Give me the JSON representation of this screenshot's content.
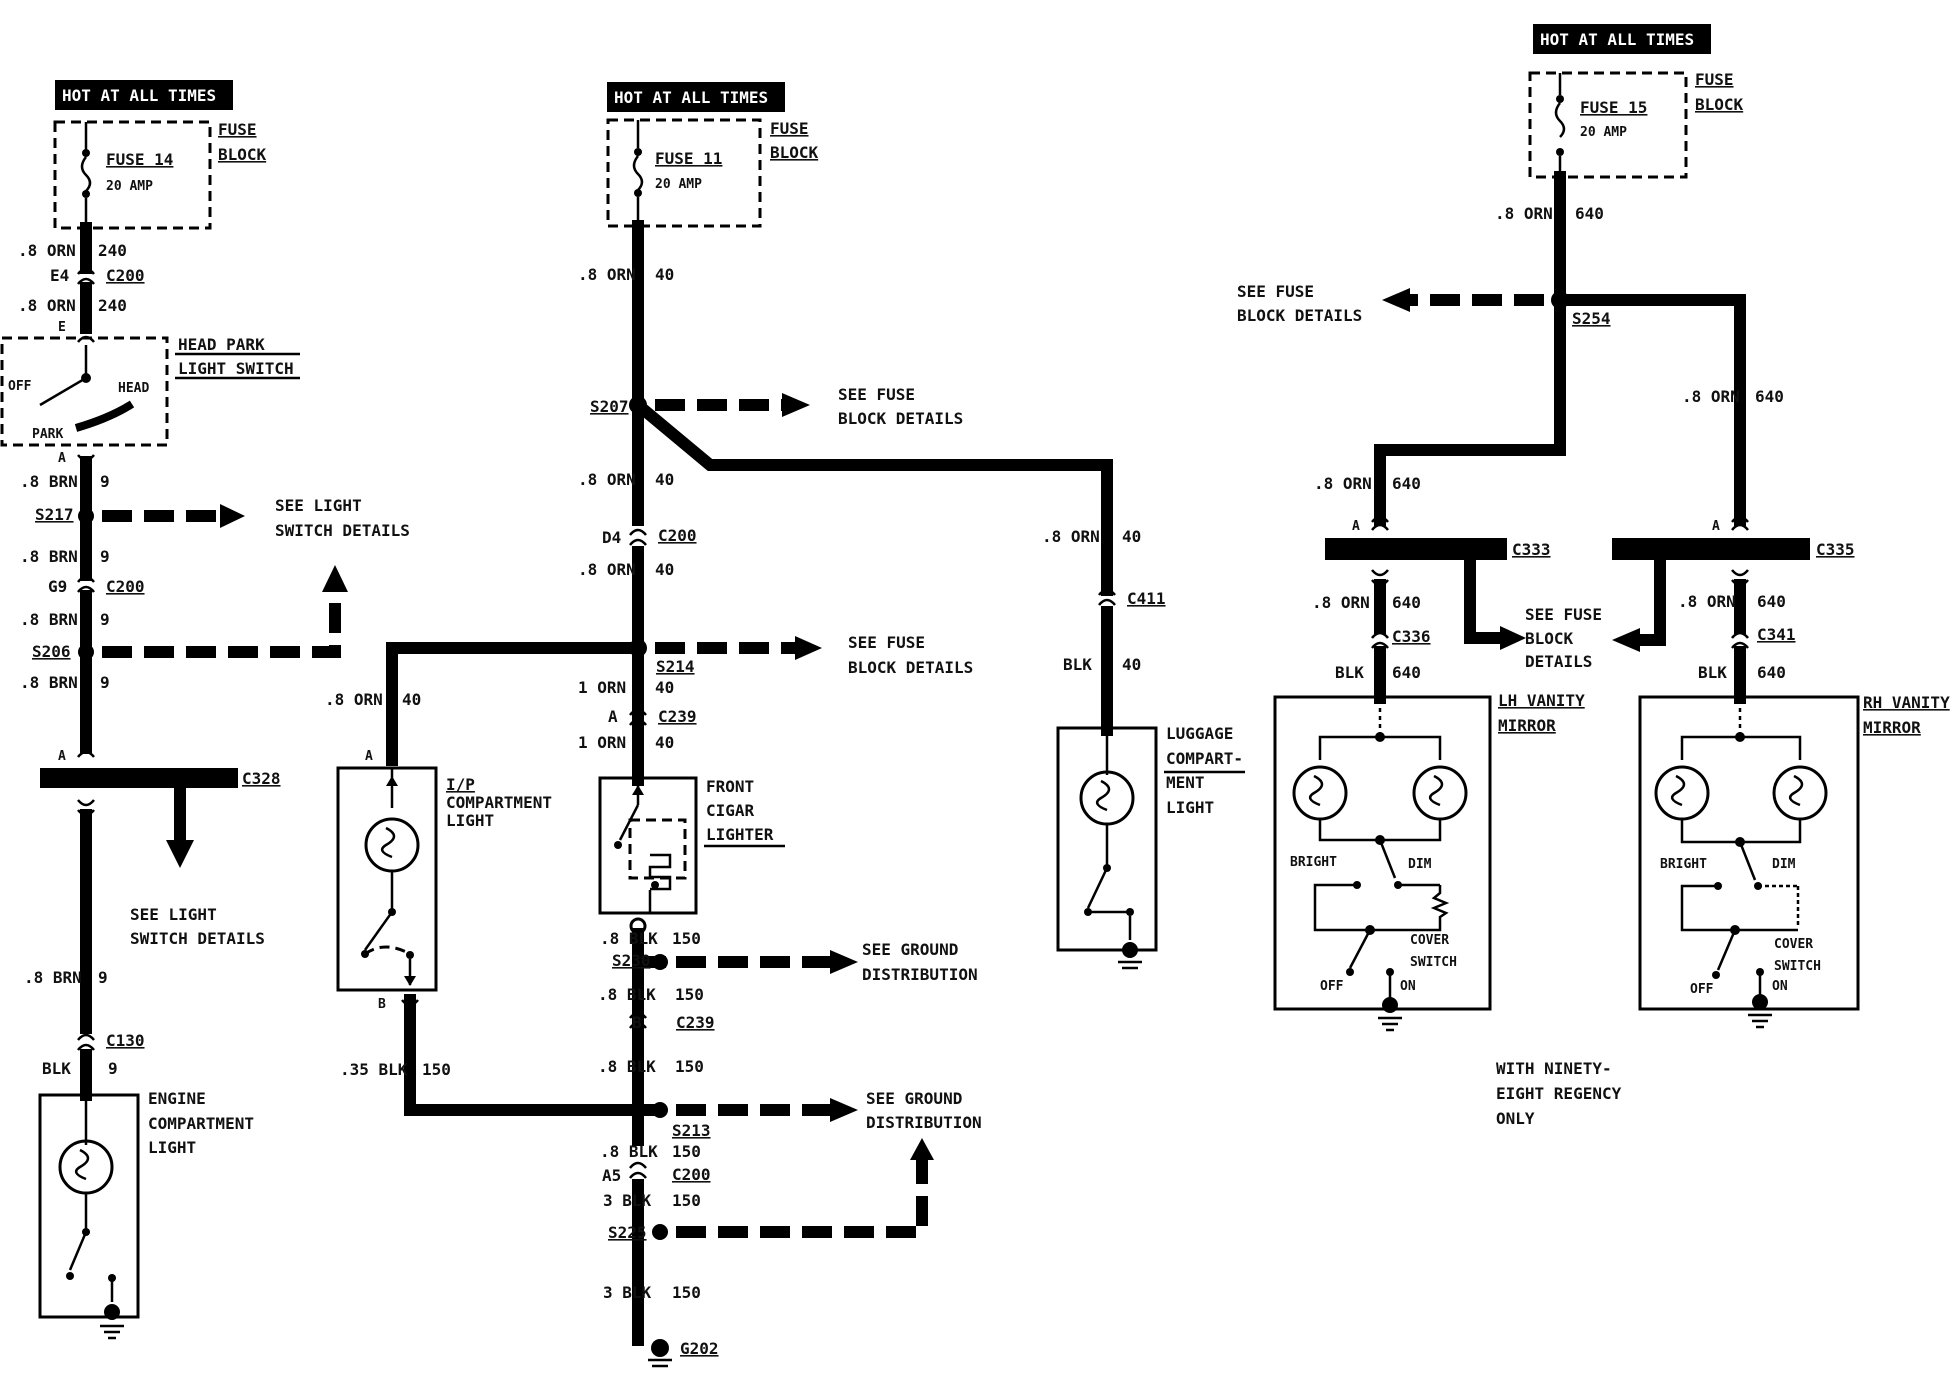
{
  "hot": "HOT AT ALL TIMES",
  "fuse_block": [
    "FUSE",
    "BLOCK"
  ],
  "fuse14": {
    "name": "FUSE 14",
    "rating": "20 AMP"
  },
  "fuse11": {
    "name": "FUSE 11",
    "rating": "20 AMP"
  },
  "fuse15": {
    "name": "FUSE 15",
    "rating": "20 AMP"
  },
  "wire": {
    "orn08": ".8 ORN",
    "brn08": ".8 BRN",
    "blk08": ".8 BLK",
    "blk": "BLK",
    "orn1": "1 ORN",
    "blk3": "3 BLK",
    "blk035": ".35 BLK",
    "c240": "240",
    "c9": "9",
    "c40": "40",
    "c150": "150",
    "c640": "640"
  },
  "conn": {
    "C200": "C200",
    "C328": "C328",
    "C130": "C130",
    "C239": "C239",
    "C411": "C411",
    "C333": "C333",
    "C335": "C335",
    "C336": "C336",
    "C341": "C341"
  },
  "splice": {
    "S217": "S217",
    "S206": "S206",
    "S207": "S207",
    "S214": "S214",
    "S230": "S230",
    "S213": "S213",
    "S225": "S225",
    "S254": "S254"
  },
  "ground": {
    "G202": "G202"
  },
  "pins": {
    "E4": "E4",
    "E": "E",
    "A": "A",
    "G9": "G9",
    "D4": "D4",
    "B": "B",
    "A5": "A5"
  },
  "switch": {
    "head_park": [
      "HEAD PARK",
      "LIGHT SWITCH"
    ],
    "off": "OFF",
    "head": "HEAD",
    "park": "PARK"
  },
  "refs": {
    "see_light": [
      "SEE LIGHT",
      "SWITCH DETAILS"
    ],
    "see_fuse": [
      "SEE FUSE",
      "BLOCK DETAILS"
    ],
    "see_ground": [
      "SEE GROUND",
      "DISTRIBUTION"
    ],
    "see_fuse_stack": [
      "SEE FUSE",
      "BLOCK",
      "DETAILS"
    ]
  },
  "components": {
    "engine": [
      "ENGINE",
      "COMPARTMENT",
      "LIGHT"
    ],
    "ip": [
      "I/P",
      "COMPARTMENT",
      "LIGHT"
    ],
    "cigar": [
      "FRONT",
      "CIGAR",
      "LIGHTER"
    ],
    "luggage": [
      "LUGGAGE",
      "COMPART-",
      "MENT",
      "LIGHT"
    ],
    "lh_mirror": [
      "LH VANITY",
      "MIRROR"
    ],
    "rh_mirror": [
      "RH VANITY",
      "MIRROR"
    ]
  },
  "mirror_labels": {
    "bright": "BRIGHT",
    "dim": "DIM",
    "cover": [
      "COVER",
      "SWITCH"
    ],
    "off": "OFF",
    "on": "ON"
  },
  "note": [
    "WITH NINETY-",
    "EIGHT REGENCY",
    "ONLY"
  ]
}
